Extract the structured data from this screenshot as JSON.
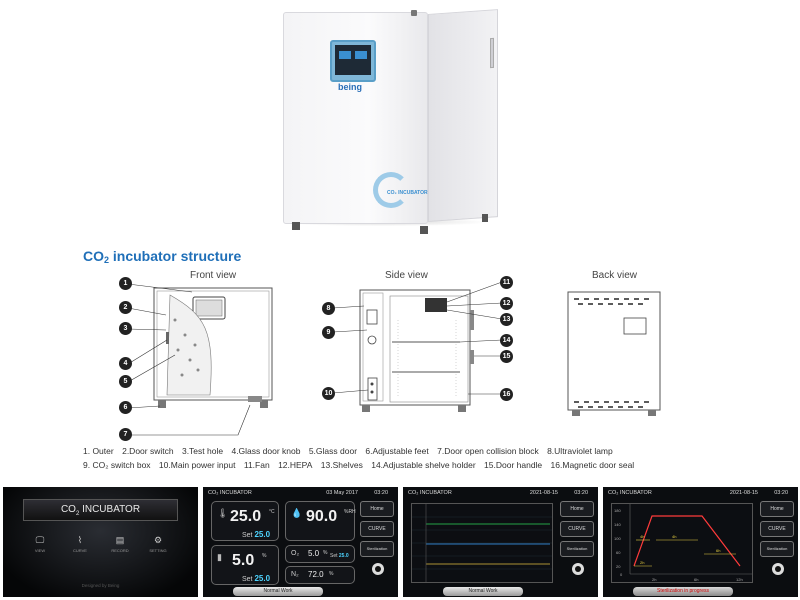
{
  "product": {
    "brand": "being",
    "side_label": "CO₂ INCUBATOR"
  },
  "structure": {
    "title_prefix": "CO",
    "title_sub": "2",
    "title_suffix": " incubator structure",
    "front_view": "Front view",
    "side_view": "Side view",
    "back_view": "Back view",
    "badges": [
      "1",
      "2",
      "3",
      "4",
      "5",
      "6",
      "7",
      "8",
      "9",
      "10",
      "11",
      "12",
      "13",
      "14",
      "15",
      "16"
    ],
    "legend_row1": [
      "1. Outer",
      "2.Door switch",
      "3.Test hole",
      "4.Glass door knob",
      "5.Glass door",
      "6.Adjustable feet",
      "7.Door open collision block",
      "8.Ultraviolet lamp"
    ],
    "legend_row2": [
      "9. CO₂ switch box",
      "10.Main power input",
      "11.Fan",
      "12.HEPA",
      "13.Shelves",
      "14.Adjustable shelve holder",
      "15.Door handle",
      "16.Magnetic door seal"
    ]
  },
  "screens": {
    "splash": {
      "title_prefix": "CO",
      "title_sub": "2",
      "title_suffix": " INCUBATOR",
      "icons": [
        {
          "label": "VIEW",
          "icon": "monitor-icon"
        },
        {
          "label": "CURVE",
          "icon": "curve-icon"
        },
        {
          "label": "RECORD",
          "icon": "record-icon"
        },
        {
          "label": "SETTING",
          "icon": "gear-icon"
        }
      ],
      "footer": "Designed by Being"
    },
    "dashboard": {
      "header": "CO₂ INCUBATOR",
      "date": "03 May 2017",
      "time": "03:20",
      "temp": {
        "value": "25.0",
        "unit": "°C",
        "set_label": "Set",
        "set_value": "25.0"
      },
      "humidity": {
        "value": "90.0",
        "unit": "%RH"
      },
      "co2": {
        "value": "5.0",
        "unit": "%",
        "set_label": "Set",
        "set_value": "25.0"
      },
      "o2": {
        "label": "O₂",
        "value": "5.0",
        "unit": "%",
        "set_label": "Set",
        "set_value": "25.0"
      },
      "n2": {
        "label": "N₂",
        "value": "72.0",
        "unit": "%"
      },
      "status": "Normal Work",
      "menu": [
        "Home",
        "CURVE",
        "Sterilization"
      ]
    },
    "curve": {
      "header": "CO₂ INCUBATOR",
      "date": "2021-08-15",
      "time": "03:20",
      "status": "Normal Work",
      "menu": [
        "Home",
        "CURVE",
        "Sterilization"
      ]
    },
    "sterilization": {
      "header": "CO₂ INCUBATOR",
      "date": "2021-08-15",
      "time": "03:20",
      "status": "Sterilization in progress",
      "menu": [
        "Home",
        "CURVE",
        "Sterilization"
      ],
      "y_ticks": [
        "180",
        "140",
        "100",
        "60",
        "20",
        "0"
      ],
      "x_ticks": [
        "2h",
        "6h",
        "12h"
      ],
      "segment_labels": [
        "4h",
        "4h",
        "6h",
        "2h"
      ]
    }
  }
}
